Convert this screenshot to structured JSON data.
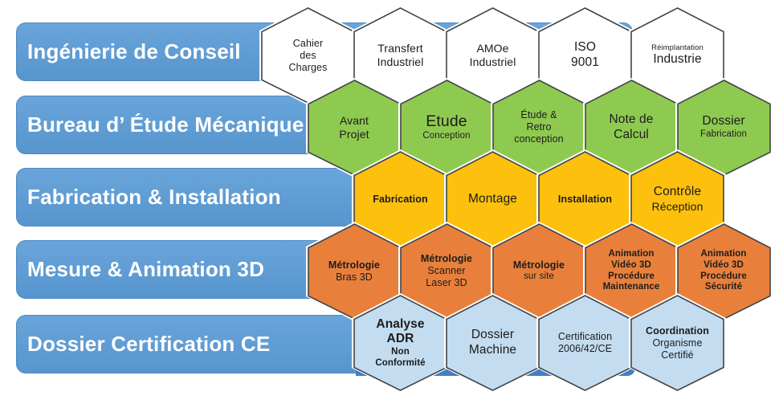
{
  "diagram": {
    "background": "#ffffff",
    "colors": {
      "bar_fill": "#5795ce",
      "bar_fill_top": "#69a5da",
      "bar_border": "#4d89c4",
      "bar_text": "#ffffff",
      "hex_border": "#404448",
      "hex_halo": "#ffffff",
      "row5_band": "#447fc3"
    },
    "rows": [
      {
        "label": "Ingénierie de Conseil",
        "hex_fill": "#ffffff",
        "hexagons": [
          {
            "lines": [
              {
                "t": "Cahier",
                "s": "m"
              },
              {
                "t": "des",
                "s": "m"
              },
              {
                "t": "Charges",
                "s": "m"
              }
            ]
          },
          {
            "lines": [
              {
                "t": "Transfert",
                "s": "ml"
              },
              {
                "t": "Industriel",
                "s": "ml"
              }
            ]
          },
          {
            "lines": [
              {
                "t": "AMOe",
                "s": "ml"
              },
              {
                "t": "Industriel",
                "s": "ml"
              }
            ]
          },
          {
            "lines": [
              {
                "t": "ISO",
                "s": "l"
              },
              {
                "t": "9001",
                "s": "l"
              }
            ]
          },
          {
            "lines": [
              {
                "t": "Réimplantation",
                "s": "xs"
              },
              {
                "t": "Industrie",
                "s": "l"
              }
            ]
          }
        ]
      },
      {
        "label": "Bureau d’ Étude Mécanique",
        "hex_fill": "#8fca50",
        "hexagons": [
          {
            "lines": [
              {
                "t": "Avant",
                "s": "ml"
              },
              {
                "t": "Projet",
                "s": "ml"
              }
            ]
          },
          {
            "lines": [
              {
                "t": "Etude",
                "s": "xl"
              },
              {
                "t": "Conception",
                "s": "s"
              }
            ]
          },
          {
            "lines": [
              {
                "t": "Étude &",
                "s": "m"
              },
              {
                "t": "Retro",
                "s": "m"
              },
              {
                "t": "conception",
                "s": "m"
              }
            ]
          },
          {
            "lines": [
              {
                "t": "Note de",
                "s": "l"
              },
              {
                "t": "Calcul",
                "s": "l"
              }
            ]
          },
          {
            "lines": [
              {
                "t": "Dossier",
                "s": "l"
              },
              {
                "t": "Fabrication",
                "s": "s"
              }
            ]
          }
        ]
      },
      {
        "label": "Fabrication & Installation",
        "hex_fill": "#fcc00d",
        "hexagons": [
          {
            "lines": [
              {
                "t": "Fabrication",
                "s": "m",
                "b": true
              }
            ]
          },
          {
            "lines": [
              {
                "t": "Montage",
                "s": "l"
              }
            ]
          },
          {
            "lines": [
              {
                "t": "Installation",
                "s": "m",
                "b": true
              }
            ]
          },
          {
            "lines": [
              {
                "t": "Contrôle",
                "s": "l"
              },
              {
                "t": "Réception",
                "s": "ml"
              }
            ]
          }
        ]
      },
      {
        "label": "Mesure & Animation 3D",
        "hex_fill": "#e8803c",
        "hexagons": [
          {
            "lines": [
              {
                "t": "Métrologie",
                "s": "m",
                "b": true
              },
              {
                "t": "Bras 3D",
                "s": "m"
              }
            ]
          },
          {
            "lines": [
              {
                "t": "Métrologie",
                "s": "m",
                "b": true
              },
              {
                "t": "Scanner",
                "s": "m"
              },
              {
                "t": "Laser 3D",
                "s": "m"
              }
            ]
          },
          {
            "lines": [
              {
                "t": "Métrologie",
                "s": "m",
                "b": true
              },
              {
                "t": "sur site",
                "s": "s"
              }
            ]
          },
          {
            "lines": [
              {
                "t": "Animation",
                "s": "s",
                "b": true
              },
              {
                "t": "Vidéo 3D",
                "s": "s",
                "b": true
              },
              {
                "t": "Procédure",
                "s": "s",
                "b": true
              },
              {
                "t": "Maintenance",
                "s": "s",
                "b": true
              }
            ]
          },
          {
            "lines": [
              {
                "t": "Animation",
                "s": "s",
                "b": true
              },
              {
                "t": "Vidéo 3D",
                "s": "s",
                "b": true
              },
              {
                "t": "Procédure",
                "s": "s",
                "b": true
              },
              {
                "t": "Sécurité",
                "s": "s",
                "b": true
              }
            ]
          }
        ]
      },
      {
        "label": "Dossier Certification CE",
        "hex_fill": "#c3dcf0",
        "hexagons": [
          {
            "lines": [
              {
                "t": "Analyse",
                "s": "l",
                "b": true
              },
              {
                "t": "ADR",
                "s": "l",
                "b": true
              },
              {
                "t": "Non",
                "s": "s",
                "b": true
              },
              {
                "t": "Conformité",
                "s": "s",
                "b": true
              }
            ]
          },
          {
            "lines": [
              {
                "t": "Dossier",
                "s": "l"
              },
              {
                "t": "Machine",
                "s": "l"
              }
            ]
          },
          {
            "lines": [
              {
                "t": "Certification",
                "s": "m"
              },
              {
                "t": "2006/42/CE",
                "s": "m"
              }
            ]
          },
          {
            "lines": [
              {
                "t": "Coordination",
                "s": "m",
                "b": true
              },
              {
                "t": "Organisme",
                "s": "m"
              },
              {
                "t": "Certifié",
                "s": "m"
              }
            ]
          }
        ]
      }
    ]
  }
}
